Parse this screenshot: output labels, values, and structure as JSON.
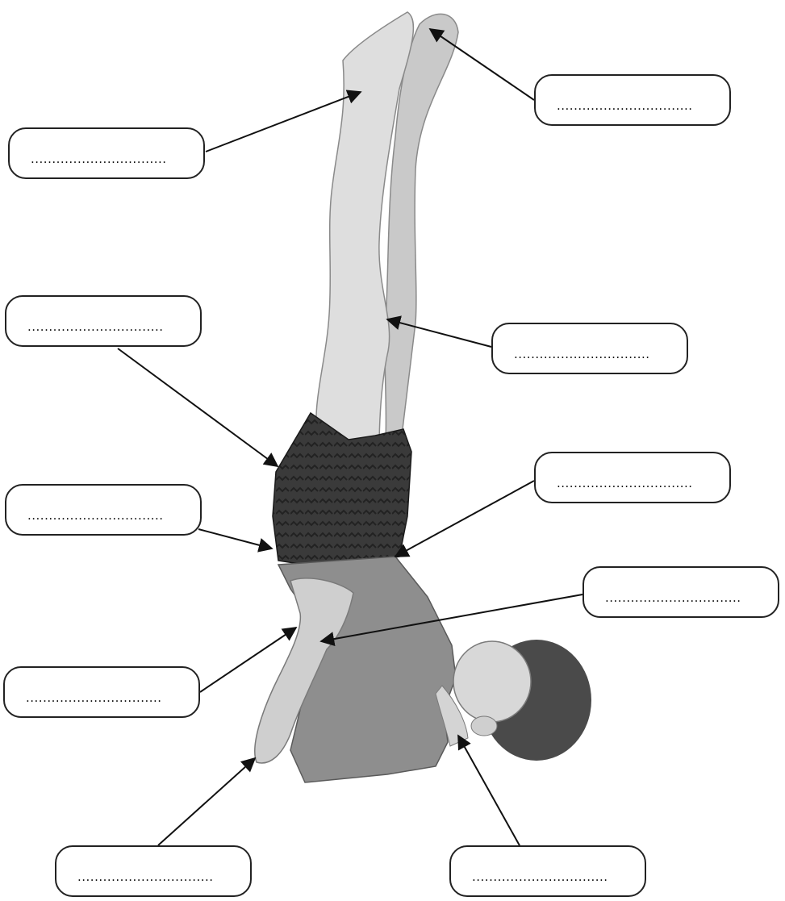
{
  "labels": [
    {
      "id": "toes",
      "text": "................................"
    },
    {
      "id": "foot",
      "text": "................................"
    },
    {
      "id": "knee",
      "text": "................................"
    },
    {
      "id": "thigh",
      "text": "................................"
    },
    {
      "id": "hip-right",
      "text": "................................"
    },
    {
      "id": "hip-left",
      "text": "................................"
    },
    {
      "id": "hand",
      "text": "................................"
    },
    {
      "id": "wrist",
      "text": "................................"
    },
    {
      "id": "elbow",
      "text": "................................"
    },
    {
      "id": "neck",
      "text": "................................"
    }
  ]
}
